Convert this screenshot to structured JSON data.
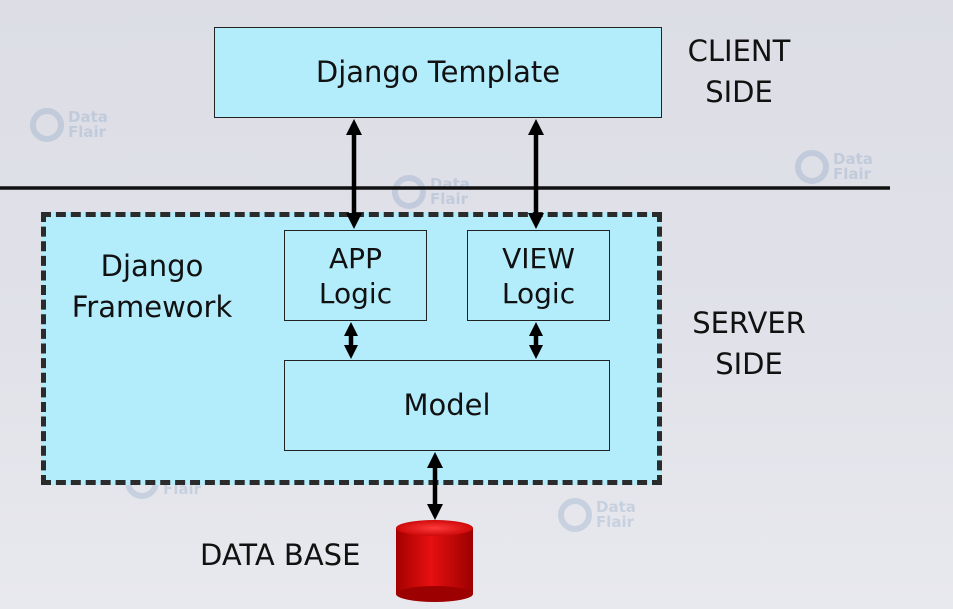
{
  "template": {
    "label": "Django Template"
  },
  "framework": {
    "label_line1": "Django",
    "label_line2": "Framework",
    "app_line1": "APP",
    "app_line2": "Logic",
    "view_line1": "VIEW",
    "view_line2": "Logic",
    "model": "Model"
  },
  "sides": {
    "client_line1": "CLIENT",
    "client_line2": "SIDE",
    "server_line1": "SERVER",
    "server_line2": "SIDE"
  },
  "database": {
    "label": "DATA BASE"
  },
  "watermark": {
    "line1": "Data",
    "line2": "Flair"
  },
  "colors": {
    "box_fill": "#b3ecfb",
    "database_red": "#d40000",
    "background": "#dcdde5"
  }
}
